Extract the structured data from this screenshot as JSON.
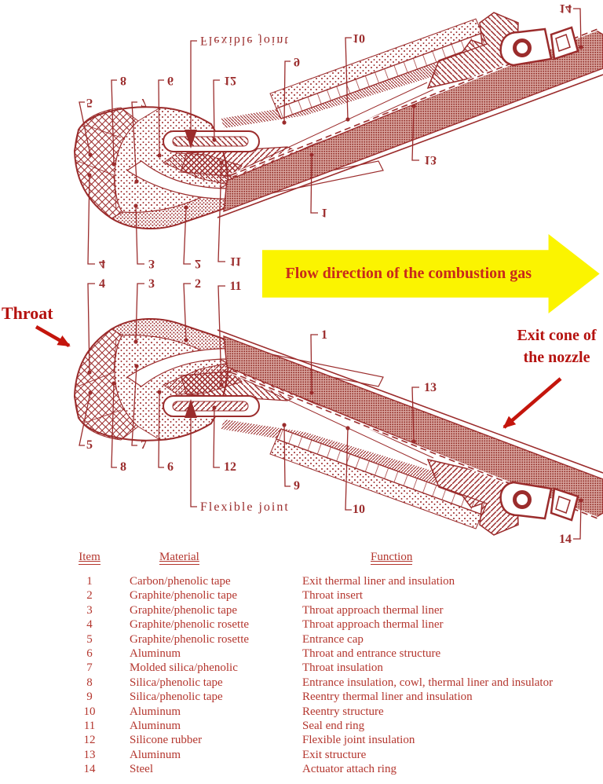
{
  "flow_banner": {
    "label": "Flow direction of the combustion gas",
    "arrow_color": "#FBF400",
    "text_color": "#C8291B"
  },
  "annotations": {
    "throat_label": "Throat",
    "exit_cone_line1": "Exit cone of",
    "exit_cone_line2": "the nozzle",
    "annotation_color": "#B5120F",
    "arrow_color": "#C4150C"
  },
  "diagram": {
    "ink_color": "#9B2C2C",
    "flexible_joint_label": "Flexible joint",
    "callouts": [
      "4",
      "3",
      "2",
      "11",
      "1",
      "13",
      "5",
      "8",
      "7",
      "6",
      "12",
      "9",
      "10",
      "14"
    ]
  },
  "table": {
    "headers": [
      "Item",
      "Material",
      "Function"
    ],
    "rows": [
      {
        "item": "1",
        "material": "Carbon/phenolic tape",
        "function": "Exit thermal liner and insulation"
      },
      {
        "item": "2",
        "material": "Graphite/phenolic tape",
        "function": "Throat insert"
      },
      {
        "item": "3",
        "material": "Graphite/phenolic tape",
        "function": "Throat approach thermal liner"
      },
      {
        "item": "4",
        "material": "Graphite/phenolic rosette",
        "function": "Throat approach thermal liner"
      },
      {
        "item": "5",
        "material": "Graphite/phenolic rosette",
        "function": "Entrance cap"
      },
      {
        "item": "6",
        "material": "Aluminum",
        "function": "Throat and entrance structure"
      },
      {
        "item": "7",
        "material": "Molded silica/phenolic",
        "function": "Throat insulation"
      },
      {
        "item": "8",
        "material": "Silica/phenolic tape",
        "function": "Entrance insulation, cowl, thermal liner and insulator"
      },
      {
        "item": "9",
        "material": "Silica/phenolic tape",
        "function": "Reentry thermal liner and insulation"
      },
      {
        "item": "10",
        "material": "Aluminum",
        "function": "Reentry structure"
      },
      {
        "item": "11",
        "material": "Aluminum",
        "function": "Seal end ring"
      },
      {
        "item": "12",
        "material": "Silicone rubber",
        "function": "Flexible joint insulation"
      },
      {
        "item": "13",
        "material": "Aluminum",
        "function": "Exit structure"
      },
      {
        "item": "14",
        "material": "Steel",
        "function": "Actuator attach ring"
      }
    ]
  }
}
